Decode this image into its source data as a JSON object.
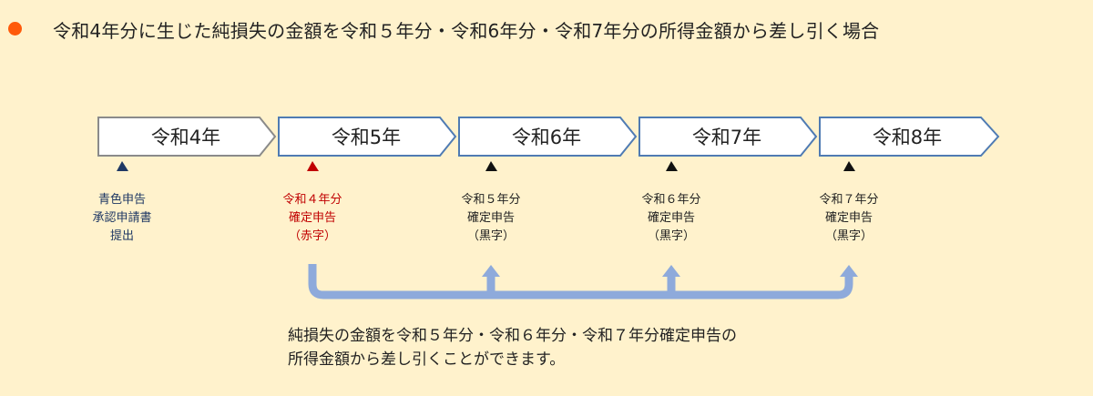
{
  "header": {
    "title": "令和4年分に生じた純損失の金額を令和５年分・令和6年分・令和7年分の所得金額から差し引く場合",
    "bullet_color": "#ff5a0a"
  },
  "timeline": {
    "years": [
      "令和4年",
      "令和5年",
      "令和6年",
      "令和7年",
      "令和8年"
    ],
    "events": [
      {
        "lines": [
          "青色申告",
          "承認申請書",
          "提出"
        ],
        "color": "#1f3864"
      },
      {
        "lines": [
          "令和４年分",
          "確定申告",
          "（赤字）"
        ],
        "color": "#c00000"
      },
      {
        "lines": [
          "令和５年分",
          "確定申告",
          "（黒字）"
        ],
        "color": "#222222"
      },
      {
        "lines": [
          "令和６年分",
          "確定申告",
          "（黒字）"
        ],
        "color": "#222222"
      },
      {
        "lines": [
          "令和７年分",
          "確定申告",
          "（黒字）"
        ],
        "color": "#222222"
      }
    ]
  },
  "note": {
    "lines": [
      "純損失の金額を令和５年分・令和６年分・令和７年分確定申告の",
      "所得金額から差し引くことができます。"
    ]
  },
  "colors": {
    "background": "#fff2cc",
    "arrow_border": "#4f7bb3",
    "bracket": "#8eaadb"
  }
}
